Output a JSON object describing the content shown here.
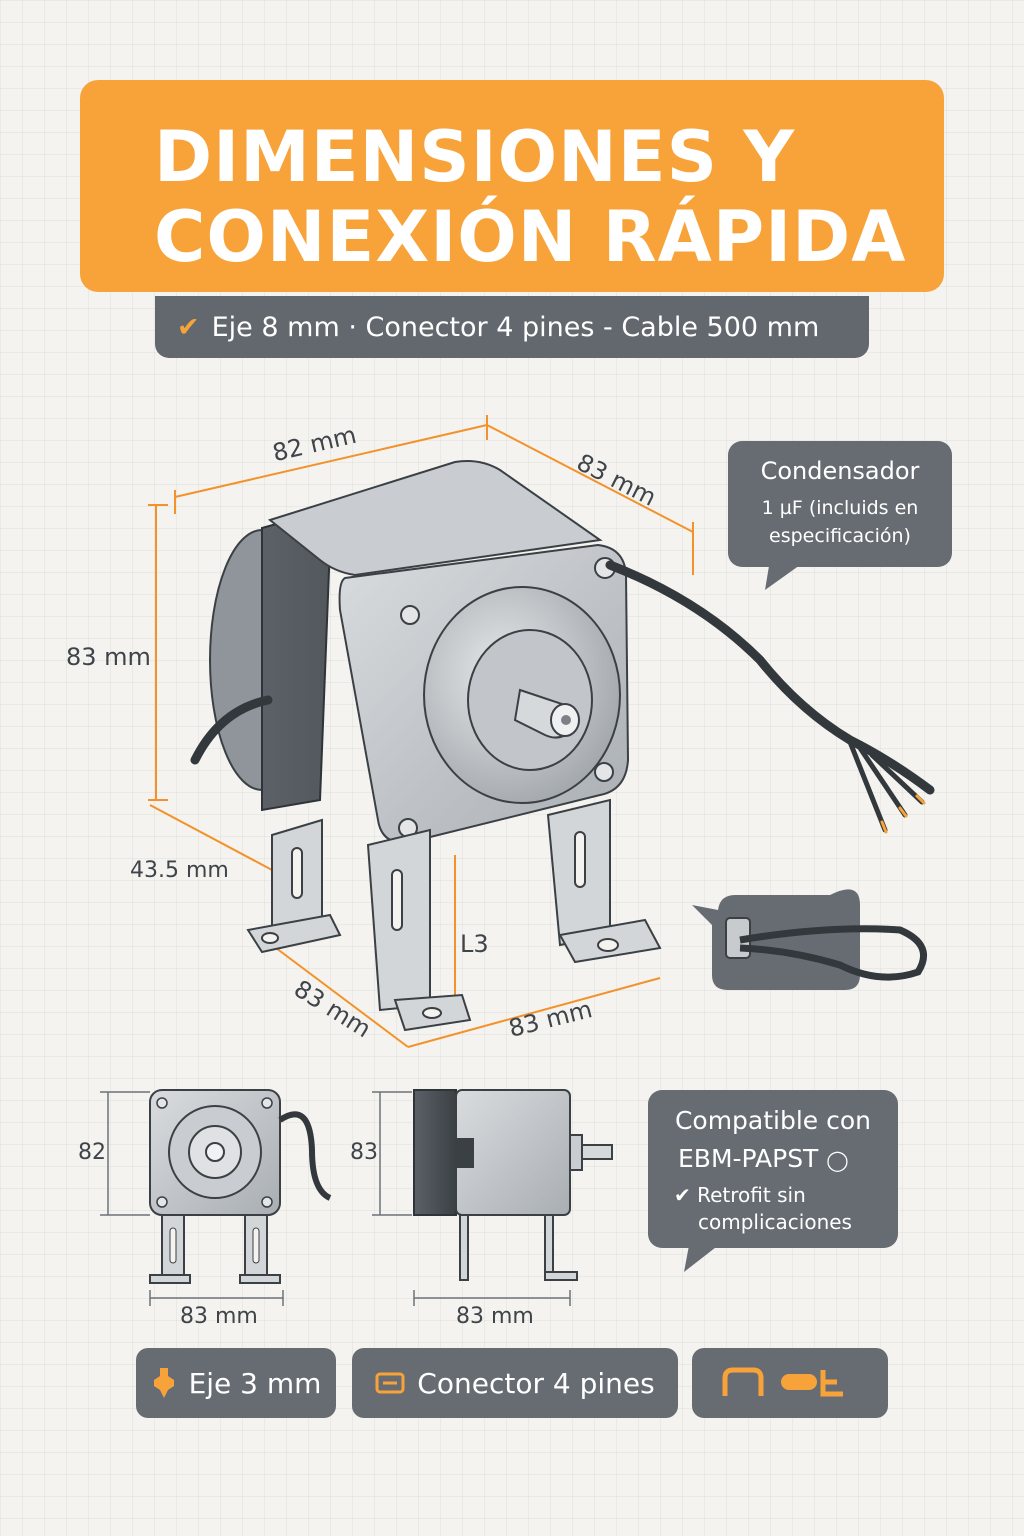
{
  "header": {
    "title_line1": "DIMENSIONES Y",
    "title_line2": "CONEXIÓN RÁPIDA",
    "subtitle": "Eje 8 mm · Conector 4 pines - Cable 500 mm"
  },
  "dimensions": {
    "top_width": "82 mm",
    "top_depth": "83 mm",
    "height": "83 mm",
    "side": "43.5 mm",
    "leg_height": "L3",
    "base_left": "83 mm",
    "base_right": "83 mm"
  },
  "capacitor_note": {
    "title": "Condensador",
    "line2": "1 µF (incluids en",
    "line3": "especificación)"
  },
  "front_view": {
    "height": "82",
    "width": "83 mm"
  },
  "side_view": {
    "height": "83",
    "width": "83 mm"
  },
  "compat_note": {
    "line1": "Compatible con",
    "line2": "EBM-PAPST",
    "line3": "Retrofit sin",
    "line4": "complicaciones"
  },
  "features": [
    {
      "label": "Eje 3 mm",
      "icon": "shaft-icon"
    },
    {
      "label": "Conector 4 pines",
      "icon": "connector-icon"
    },
    {
      "label": "",
      "icon": "cable-icons"
    }
  ],
  "colors": {
    "accent": "#f8a33a",
    "panel": "#666c72",
    "background": "#f4f3ef"
  }
}
